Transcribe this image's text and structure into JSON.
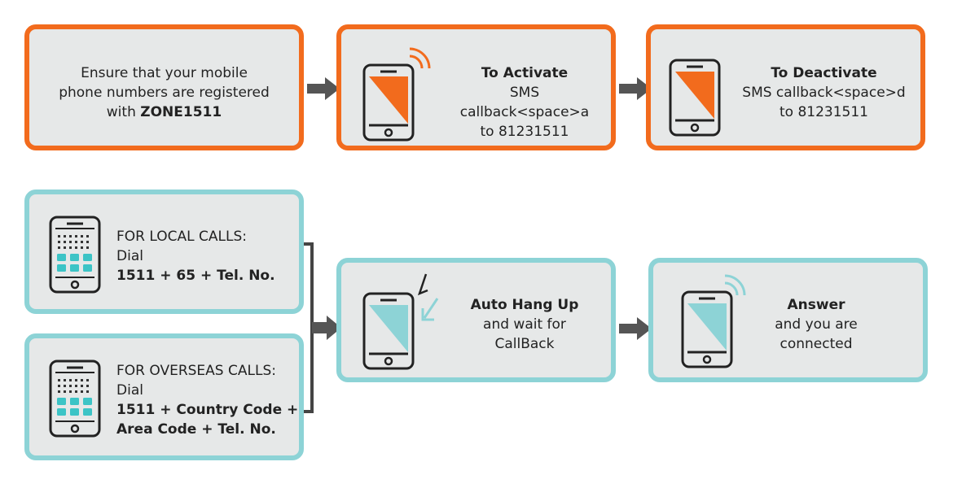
{
  "colors": {
    "orange": "#f26b1d",
    "teal": "#8dd3d6",
    "box_bg": "#e6e8e8",
    "arrow": "#555555"
  },
  "step_register": {
    "line1": "Ensure that your mobile",
    "line2": "phone numbers are registered",
    "line3_prefix": "with ",
    "line3_bold": "ZONE1511"
  },
  "step_activate": {
    "title": "To Activate",
    "line1": "SMS callback<space>a",
    "line2": "to 81231511"
  },
  "step_deactivate": {
    "title": "To Deactivate",
    "line1": "SMS callback<space>d",
    "line2": "to 81231511"
  },
  "local_calls": {
    "heading": "FOR LOCAL CALLS:",
    "dial": "Dial",
    "format": "1511 + 65 + Tel. No."
  },
  "overseas_calls": {
    "heading": "FOR OVERSEAS CALLS:",
    "dial": "Dial",
    "format_line1": "1511 + Country Code +",
    "format_line2": "Area Code + Tel. No."
  },
  "hang_up": {
    "title": "Auto Hang Up",
    "line1": "and wait for",
    "line2": "CallBack"
  },
  "answer": {
    "title": "Answer",
    "line1": "and you are",
    "line2": "connected"
  }
}
